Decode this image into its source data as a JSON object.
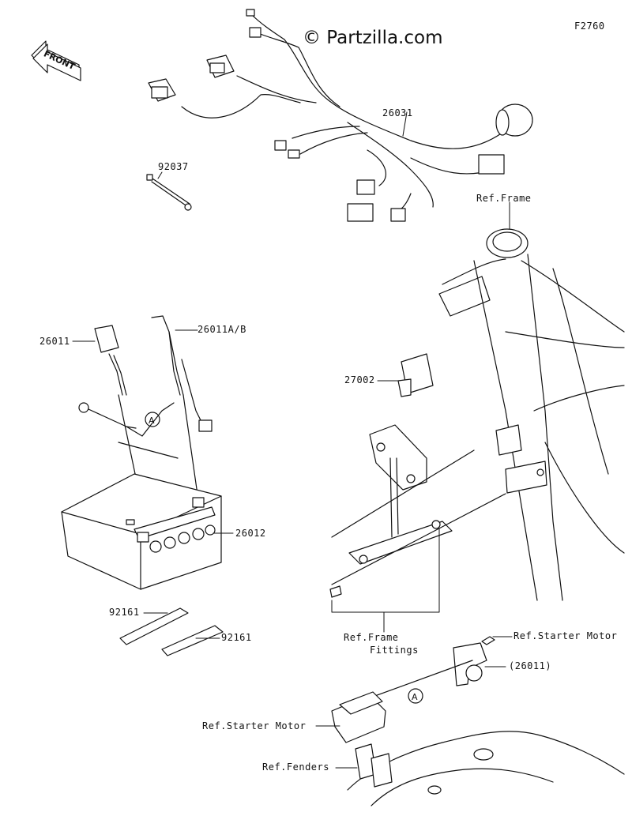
{
  "figure_code": "F2760",
  "watermark": "© Partzilla.com",
  "front_arrow_text": "FRONT",
  "callout_letter": "A",
  "parts": [
    {
      "id": "26031"
    },
    {
      "id": "92037"
    },
    {
      "id": "26011"
    },
    {
      "id": "26011A/B"
    },
    {
      "id": "26012"
    },
    {
      "id": "27002"
    },
    {
      "id": "92161"
    },
    {
      "id": "92161"
    }
  ],
  "references": {
    "frame": "Ref.Frame",
    "frame_fittings_line1": "Ref.Frame",
    "frame_fittings_line2": "Fittings",
    "starter_motor_upper": "Ref.Starter Motor",
    "switch_paren": "(26011)",
    "starter_motor_lower": "Ref.Starter Motor",
    "fenders": "Ref.Fenders"
  }
}
